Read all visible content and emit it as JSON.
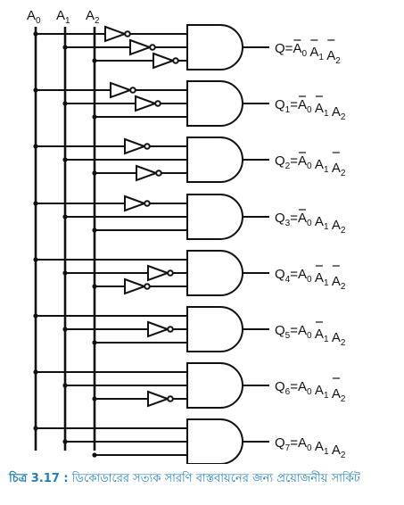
{
  "inputs": {
    "a0": {
      "base": "A",
      "sub": "0"
    },
    "a1": {
      "base": "A",
      "sub": "1"
    },
    "a2": {
      "base": "A",
      "sub": "2"
    }
  },
  "outputs": [
    {
      "q": "Q",
      "qsub": "",
      "terms": [
        {
          "base": "A",
          "sub": "0",
          "bar": true
        },
        {
          "base": "A",
          "sub": "1",
          "bar": true
        },
        {
          "base": "A",
          "sub": "2",
          "bar": true
        }
      ]
    },
    {
      "q": "Q",
      "qsub": "1",
      "terms": [
        {
          "base": "A",
          "sub": "0",
          "bar": true
        },
        {
          "base": "A",
          "sub": "1",
          "bar": true
        },
        {
          "base": "A",
          "sub": "2",
          "bar": false
        }
      ]
    },
    {
      "q": "Q",
      "qsub": "2",
      "terms": [
        {
          "base": "A",
          "sub": "0",
          "bar": true
        },
        {
          "base": "A",
          "sub": "1",
          "bar": false
        },
        {
          "base": "A",
          "sub": "2",
          "bar": true
        }
      ]
    },
    {
      "q": "Q",
      "qsub": "3",
      "terms": [
        {
          "base": "A",
          "sub": "0",
          "bar": true
        },
        {
          "base": "A",
          "sub": "1",
          "bar": false
        },
        {
          "base": "A",
          "sub": "2",
          "bar": false
        }
      ]
    },
    {
      "q": "Q",
      "qsub": "4",
      "terms": [
        {
          "base": "A",
          "sub": "0",
          "bar": false
        },
        {
          "base": "A",
          "sub": "1",
          "bar": true
        },
        {
          "base": "A",
          "sub": "2",
          "bar": true
        }
      ]
    },
    {
      "q": "Q",
      "qsub": "5",
      "terms": [
        {
          "base": "A",
          "sub": "0",
          "bar": false
        },
        {
          "base": "A",
          "sub": "1",
          "bar": true
        },
        {
          "base": "A",
          "sub": "2",
          "bar": false
        }
      ]
    },
    {
      "q": "Q",
      "qsub": "6",
      "terms": [
        {
          "base": "A",
          "sub": "0",
          "bar": false
        },
        {
          "base": "A",
          "sub": "1",
          "bar": false
        },
        {
          "base": "A",
          "sub": "2",
          "bar": true
        }
      ]
    },
    {
      "q": "Q",
      "qsub": "7",
      "terms": [
        {
          "base": "A",
          "sub": "0",
          "bar": false
        },
        {
          "base": "A",
          "sub": "1",
          "bar": false
        },
        {
          "base": "A",
          "sub": "2",
          "bar": false
        }
      ]
    }
  ],
  "caption": {
    "number": "চিত্র 3.17 :",
    "text": "ডিকোডারের সত্যক সারণি বাস্তবায়নের জন্য প্রয়োজনীয় সার্কিট"
  }
}
